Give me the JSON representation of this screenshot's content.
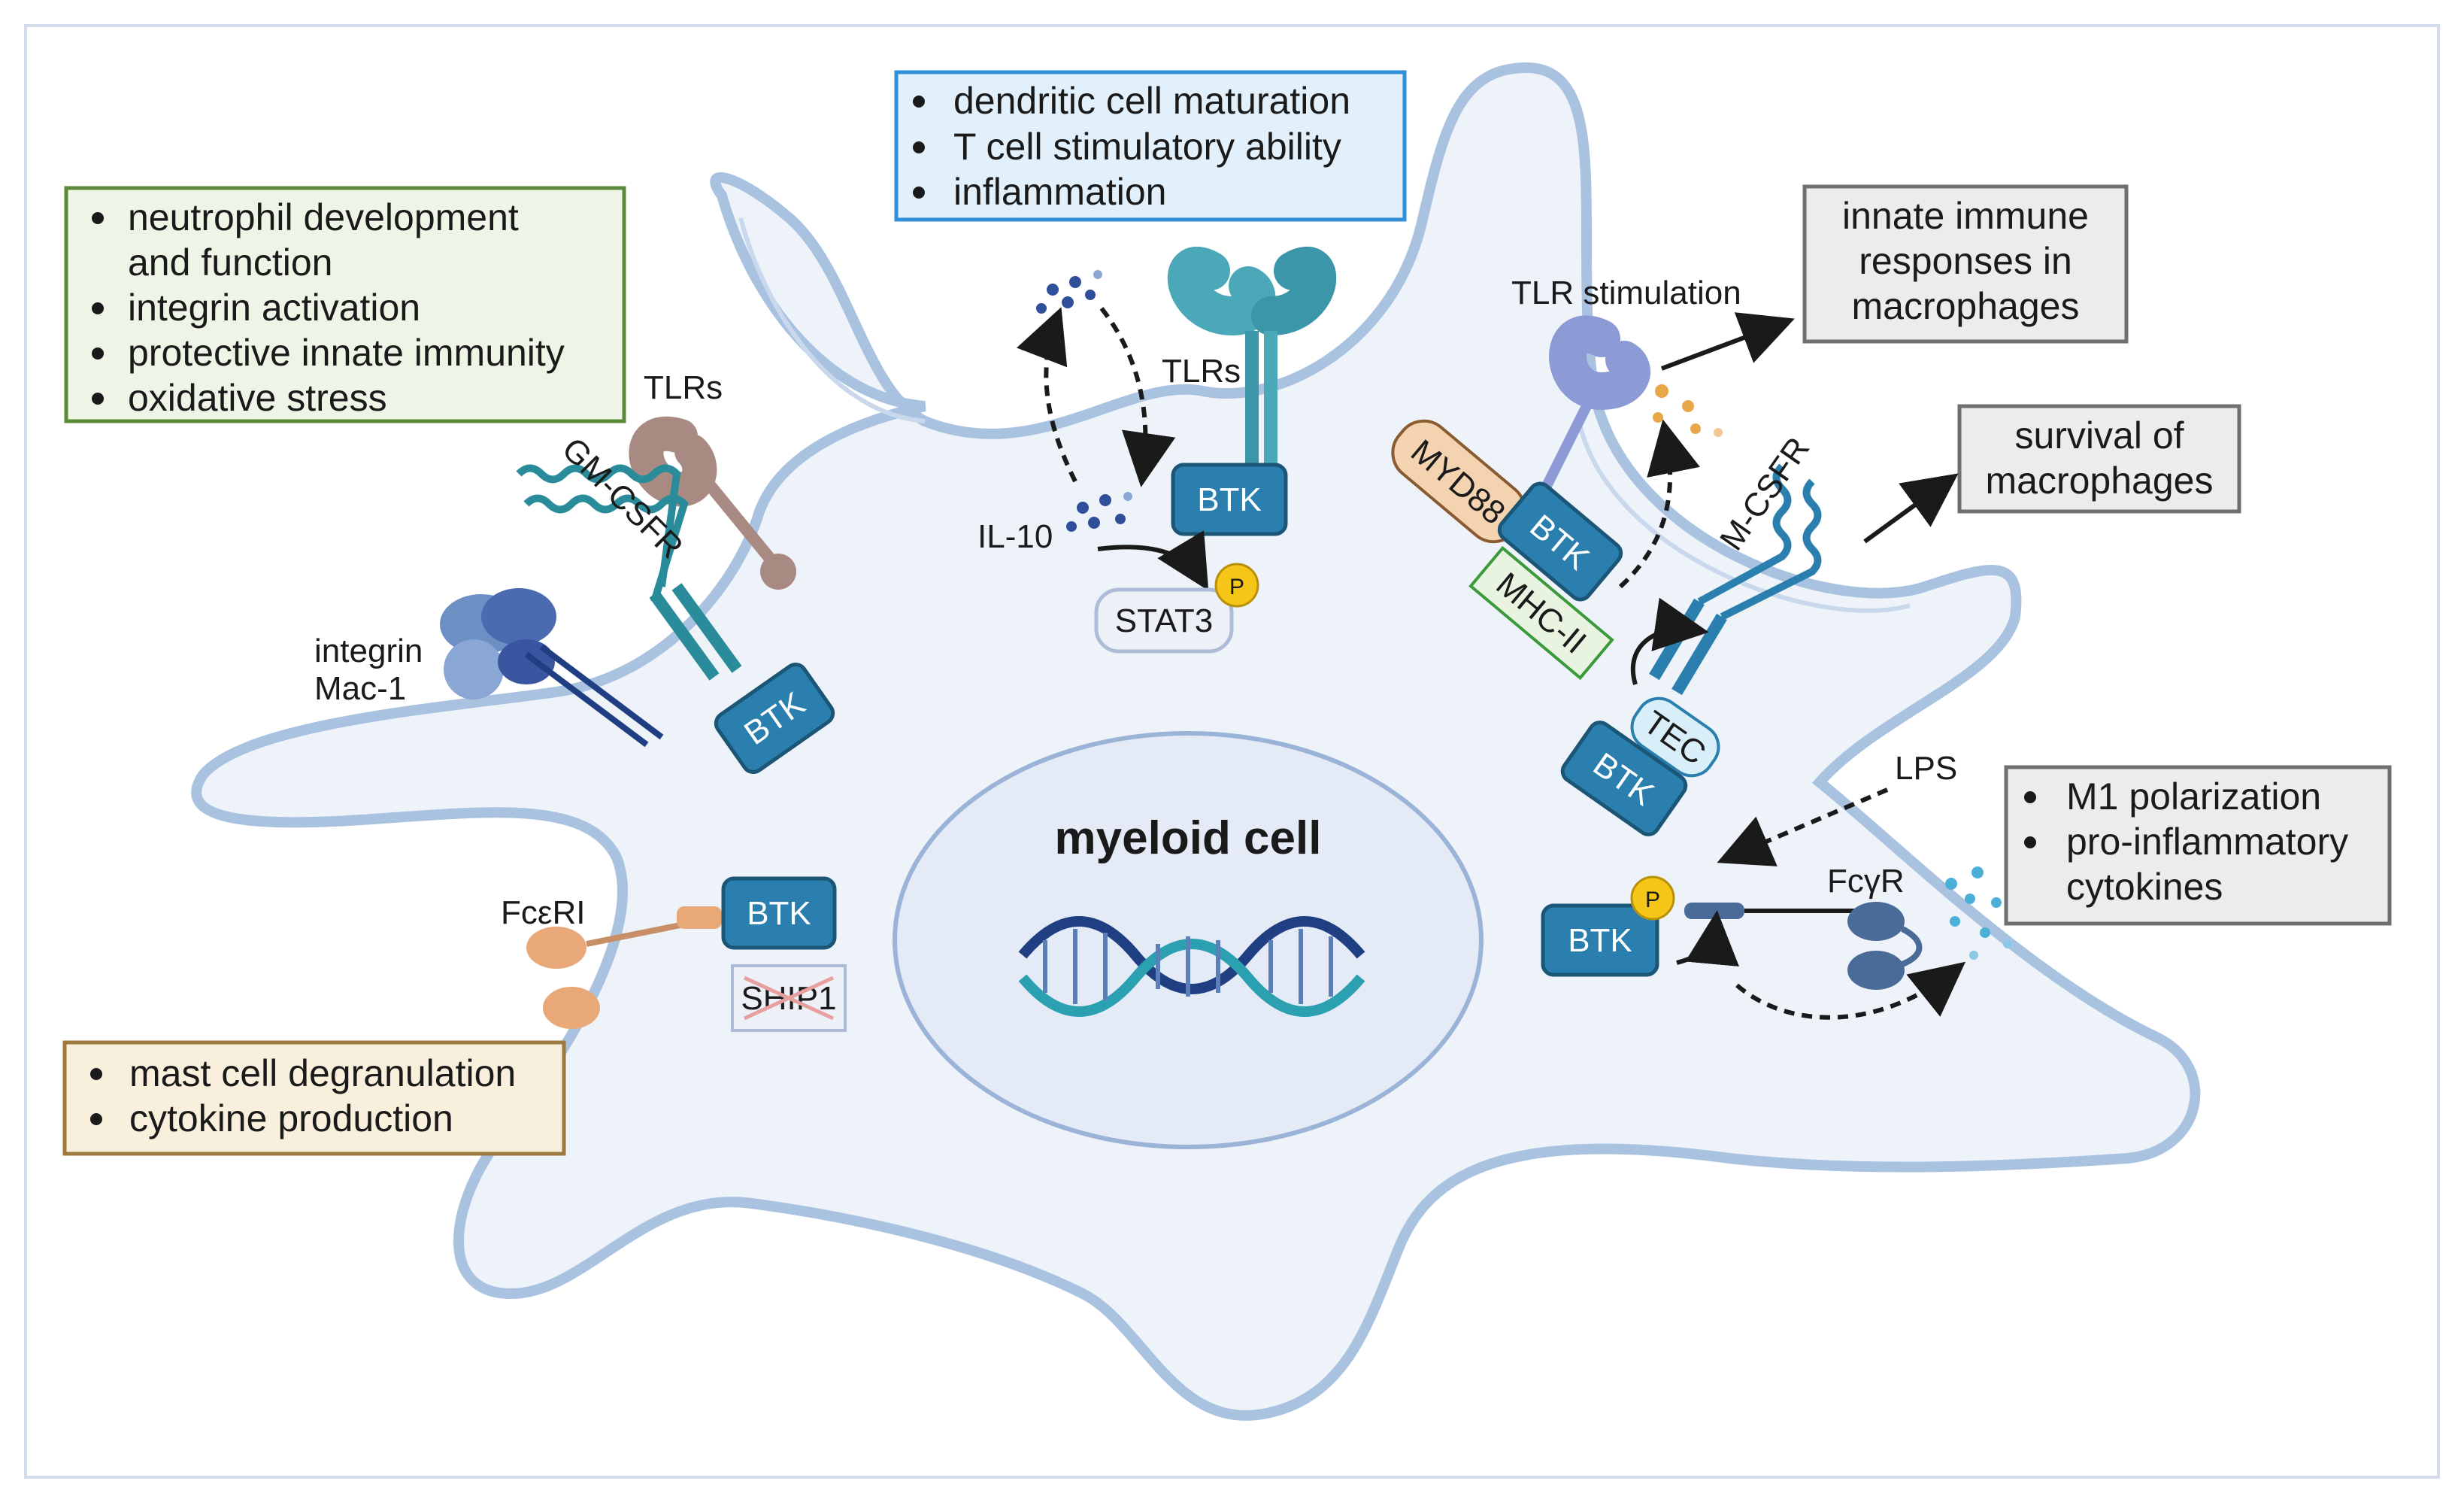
{
  "cell_label": "myeloid cell",
  "btk_label": "BTK",
  "phospho_label": "P",
  "boxes": {
    "neutrophil": {
      "lines": [
        "neutrophil development",
        "and function",
        "integrin activation",
        "protective innate immunity",
        "oxidative stress"
      ],
      "bullets": [
        true,
        false,
        true,
        true,
        true
      ],
      "color": "#5a8a3a",
      "fill": "#eef4e6"
    },
    "dendritic": {
      "lines": [
        "dendritic cell maturation",
        "T cell stimulatory ability",
        "inflammation"
      ],
      "bullets": [
        true,
        true,
        true
      ],
      "color": "#2f8fd8",
      "fill": "#e2f0fb"
    },
    "innate": {
      "lines": [
        "innate immune",
        "responses in",
        "macrophages"
      ],
      "color": "#6f6f6f",
      "fill": "#ececec"
    },
    "survival": {
      "lines": [
        "survival of",
        "macrophages"
      ],
      "color": "#6f6f6f",
      "fill": "#ececec"
    },
    "m1": {
      "lines": [
        "M1 polarization",
        "pro-inflammatory",
        "cytokines"
      ],
      "bullets": [
        true,
        true,
        false
      ],
      "color": "#6f6f6f",
      "fill": "#ececec"
    },
    "mast": {
      "lines": [
        "mast cell degranulation",
        "cytokine production"
      ],
      "bullets": [
        true,
        true
      ],
      "color": "#a07a3c",
      "fill": "#f8f0dc"
    }
  },
  "labels": {
    "tlrs_left": "TLRs",
    "gm_csfr": "GM-CSFR",
    "integrin_line1": "integrin",
    "integrin_line2": "Mac-1",
    "il10": "IL-10",
    "stat3": "STAT3",
    "tlrs_top": "TLRs",
    "tlr_stimulation": "TLR stimulation",
    "myd88": "MYD88",
    "mhc_ii": "MHC-II",
    "m_csfr": "M-CSFR",
    "tec": "TEC",
    "lps": "LPS",
    "fcgr": "FcγR",
    "fceri": "FcεRI",
    "ship1": "SHIP1"
  },
  "colors": {
    "btk_fill": "#2a7fae",
    "btk_stroke": "#1b5677",
    "cell_fill": "#eef3fa",
    "cell_stroke": "#a8c2e0",
    "nucleus_fill": "#e4ebf7",
    "phospho": "#f5c518",
    "receptor_teal": "#2a8c9a",
    "tlr_brown": "#a98a82",
    "tlr_purple": "#8c9bd6",
    "dna_dark": "#1f3f82",
    "dna_teal": "#2aa0b0"
  }
}
